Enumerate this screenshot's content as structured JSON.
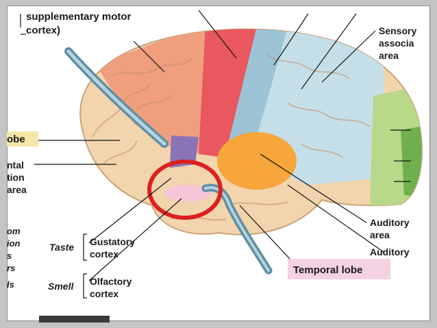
{
  "labels": {
    "supp_line1": "supplementary motor",
    "supp_line2": "cortex)",
    "sensory_line1": "Sensory",
    "sensory_line2": "associa",
    "sensory_line3": "area",
    "lobe": "obe",
    "frontal_line1": "ntal",
    "frontal_line2": "tion",
    "frontal_line3": "area",
    "left_cut1": "om",
    "left_cut2": "ion",
    "left_cut3": "s",
    "left_cut4": "rs",
    "left_cut5": "ls",
    "taste": "Taste",
    "gustatory_line1": "Gustatory",
    "gustatory_line2": "cortex",
    "smell": "Smell",
    "olfactory_line1": "Olfactory",
    "olfactory_line2": "cortex",
    "auditory_line1": "Auditory",
    "auditory_line2": "area",
    "auditory2": "Auditory",
    "temporal_lobe": "Temporal lobe"
  },
  "colors": {
    "frontal": "#f2d4ad",
    "premotor": "#ef9f7e",
    "motor": "#e8585e",
    "sensory": "#9cc3d6",
    "assoc": "#c5dfe8",
    "occipital": "#b8d88a",
    "auditory": "#f6a63b",
    "gustatory": "#8a74b8",
    "highlight_circle": "#dd1f1f",
    "temporal_tag": "#f4d2e2"
  }
}
